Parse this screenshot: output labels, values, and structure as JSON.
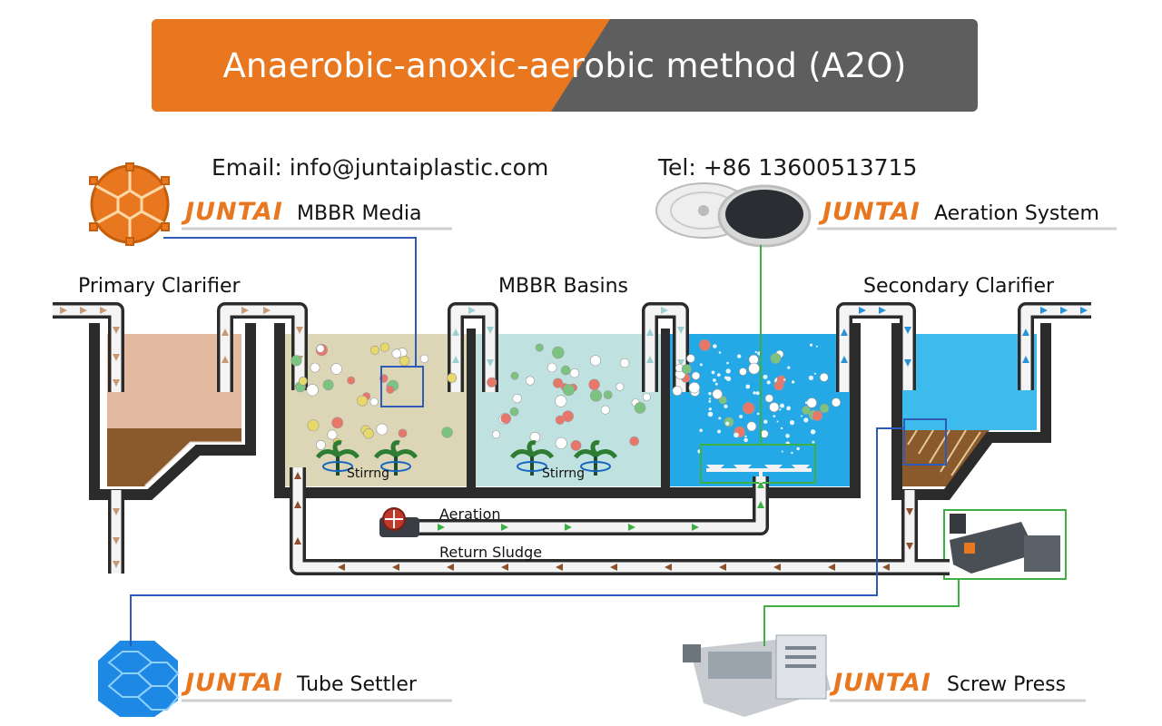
{
  "banner": {
    "title": "Anaerobic-anoxic-aerobic method (A2O)",
    "colors": {
      "left": "#e8771f",
      "right": "#5e5e5e"
    }
  },
  "contact": {
    "email": "Email: info@juntaiplastic.com",
    "tel": "Tel: +86 13600513715"
  },
  "brand": "JUNTAI",
  "products": {
    "mbbr_media": "MBBR Media",
    "aeration_system": "Aeration System",
    "tube_settler": "Tube Settler",
    "screw_press": "Screw Press"
  },
  "stages": {
    "primary": "Primary Clarifier",
    "mbbr": "MBBR Basins",
    "secondary": "Secondary Clarifier"
  },
  "labels": {
    "stirring_1": "Stirrng",
    "stirring_2": "Stirrng",
    "aeration": "Aeration",
    "return_sludge": "Return Sludge"
  },
  "colors": {
    "orange": "#e8771f",
    "tank_wall": "#2b2b2b",
    "primary_water": "#e3b99f",
    "sludge": "#8a5a2c",
    "anaerobic_water": "#ddd6b6",
    "anoxic_water": "#bfe2e0",
    "aerobic_water": "#25a8e6",
    "clarifier_water": "#3dbbec",
    "link_blue": "#2f5bb8",
    "link_green": "#3cb043"
  }
}
